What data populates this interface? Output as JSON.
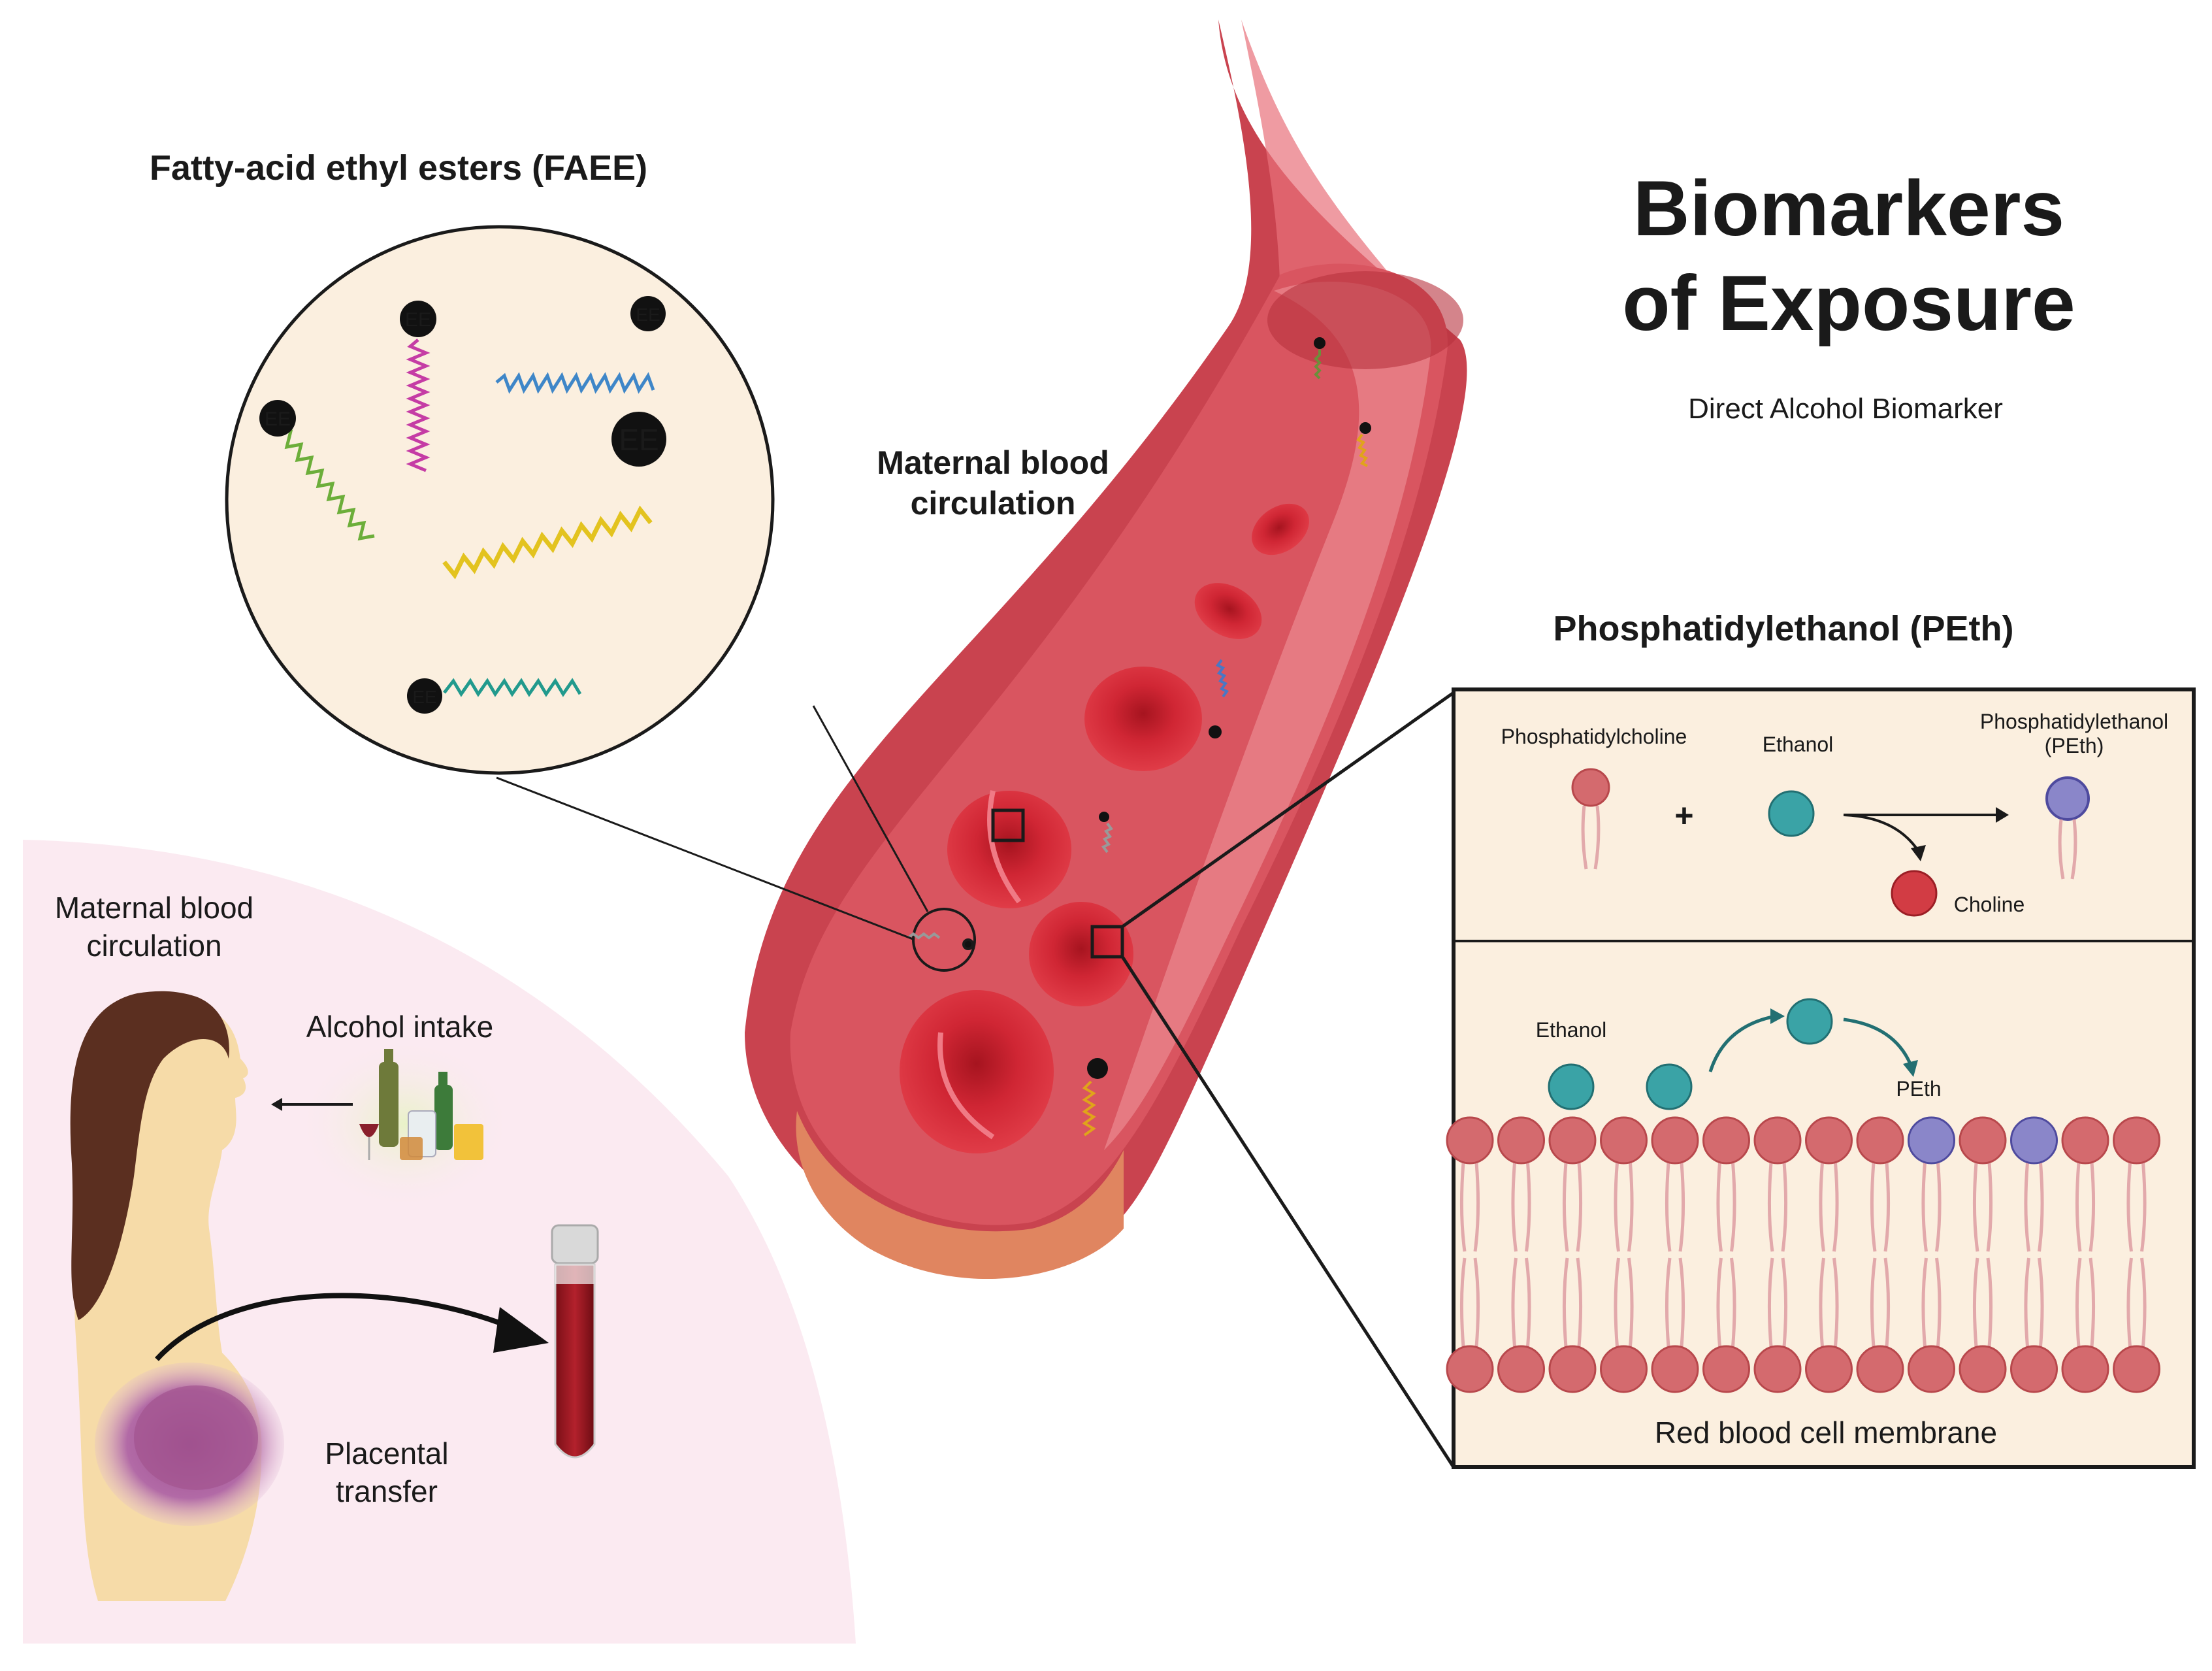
{
  "title": {
    "line1": "Biomarkers",
    "line2": "of Exposure",
    "subtitle": "Direct Alcohol Biomarker"
  },
  "faee": {
    "heading": "Fatty-acid ethyl esters (FAEE)",
    "ester_label": "EE"
  },
  "vessel": {
    "label_line1": "Maternal blood",
    "label_line2": "circulation"
  },
  "peth": {
    "heading": "Phosphatidylethanol (PEth)",
    "reaction": {
      "reactant1": "Phosphatidylcholine",
      "plus": "+",
      "reactant2": "Ethanol",
      "product_line1": "Phosphatidylethanol",
      "product_line2": "(PEth)",
      "byproduct": "Choline"
    },
    "membrane": {
      "ethanol_label": "Ethanol",
      "peth_label": "PEth",
      "caption": "Red blood cell membrane"
    }
  },
  "maternal": {
    "circ_line1": "Maternal blood",
    "circ_line2": "circulation",
    "intake_label": "Alcohol intake",
    "transfer_line1": "Placental",
    "transfer_line2": "transfer"
  },
  "colors": {
    "vessel_outer": "#c9434f",
    "vessel_inner": "#e8707a",
    "rbc": "#d8303f",
    "panel_bg": "#fbefdf",
    "pink_bg": "#fbeaf1",
    "ethanol": "#3aa3a6",
    "peth_head": "#8a86c9",
    "lipid_head": "#d46a6e",
    "choline": "#d23c44"
  }
}
